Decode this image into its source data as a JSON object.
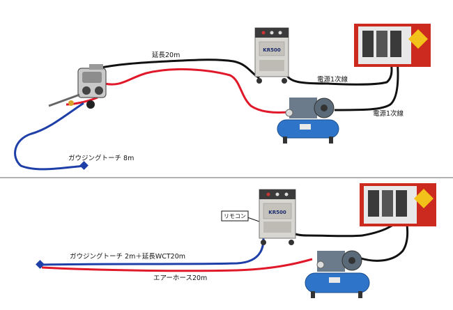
{
  "diagram": {
    "top": {
      "labels": {
        "extension": "延長20m",
        "power1": "電源1次線",
        "power2": "電源1次線",
        "torch": "ガウジングトーチ 8m"
      },
      "welder_badge": "KR500"
    },
    "bottom": {
      "labels": {
        "remote": "リモコン",
        "torch_ext": "ガウジングトーチ 2m＋延長WCT20m",
        "air_hose": "エアーホース20m"
      },
      "welder_badge": "KR500"
    },
    "colors": {
      "cable_black": "#111111",
      "cable_red": "#e0182a",
      "cable_blue": "#1f3fa8",
      "compressor_blue": "#2e74c9",
      "panel_red": "#cc2a1e",
      "divider": "#666666"
    }
  }
}
